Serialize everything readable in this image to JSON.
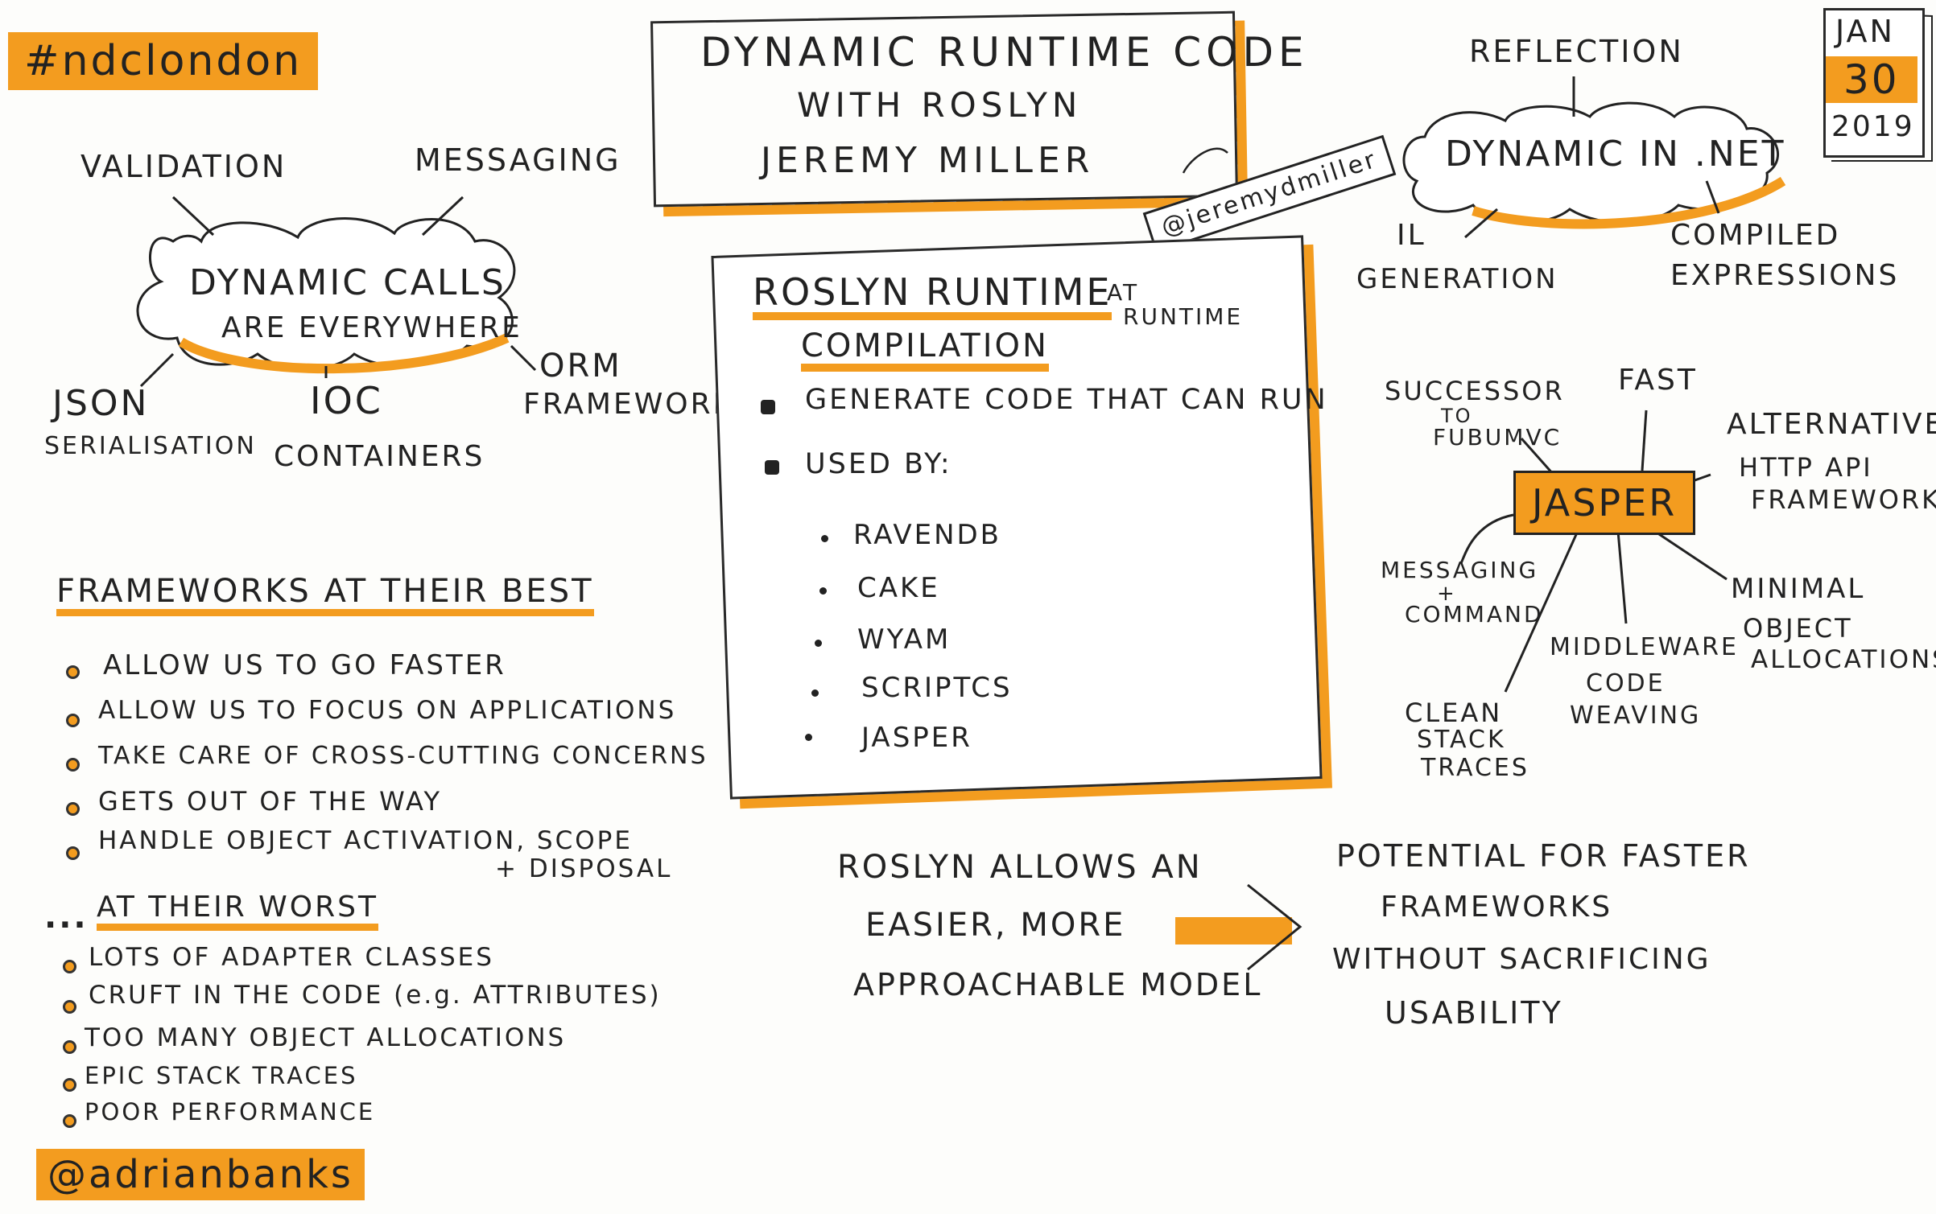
{
  "hashtag": "#ndclondon",
  "handle_author": "@adrianbanks",
  "date": {
    "month": "JAN",
    "day": "30",
    "year": "2019"
  },
  "title": {
    "line1": "DYNAMIC RUNTIME CODE",
    "line2": "WITH ROSLYN",
    "line3": "JEREMY MILLER"
  },
  "speaker_handle": "@jeremydmiller",
  "dynamic_calls": {
    "center_line1": "DYNAMIC CALLS",
    "center_line2": "ARE EVERYWHERE",
    "branches": [
      "VALIDATION",
      "MESSAGING",
      "JSON",
      "SERIALISATION",
      "IOC",
      "CONTAINERS",
      "ORM",
      "FRAMEWORKS"
    ]
  },
  "frameworks": {
    "best_heading": "FRAMEWORKS AT THEIR BEST",
    "best_items": [
      "ALLOW US TO GO FASTER",
      "ALLOW US TO FOCUS ON APPLICATIONS",
      "TAKE CARE OF CROSS-CUTTING CONCERNS",
      "GETS OUT OF THE WAY",
      "HANDLE OBJECT ACTIVATION, SCOPE",
      "+ DISPOSAL"
    ],
    "worst_heading": "AT THEIR WORST",
    "worst_prefix": "...",
    "worst_items": [
      "LOTS OF ADAPTER CLASSES",
      "CRUFT IN THE CODE (e.g. ATTRIBUTES)",
      "TOO MANY OBJECT ALLOCATIONS",
      "EPIC STACK TRACES",
      "POOR PERFORMANCE"
    ]
  },
  "roslyn_box": {
    "heading_1": "ROSLYN RUNTIME",
    "heading_2": "COMPILATION",
    "bubble_1": "AT",
    "bubble_2": "RUNTIME",
    "bullet_1": "GENERATE CODE THAT CAN RUN",
    "bullet_2": "USED BY:",
    "used_by": [
      "RAVENDB",
      "CAKE",
      "WYAM",
      "SCRIPTCS",
      "JASPER"
    ]
  },
  "dynamic_net": {
    "center": "DYNAMIC IN .NET",
    "top": "REFLECTION",
    "left_1": "IL",
    "left_2": "GENERATION",
    "right_1": "COMPILED",
    "right_2": "EXPRESSIONS"
  },
  "jasper": {
    "center": "JASPER",
    "branches": [
      {
        "l1": "SUCCESSOR",
        "l2": "TO",
        "l3": "FUBUMVC"
      },
      {
        "l1": "FAST"
      },
      {
        "l1": "ALTERNATIVE",
        "l2": "HTTP API",
        "l3": "FRAMEWORK"
      },
      {
        "l1": "MINIMAL",
        "l2": "OBJECT",
        "l3": "ALLOCATIONS"
      },
      {
        "l1": "MIDDLEWARE",
        "l2": "CODE",
        "l3": "WEAVING"
      },
      {
        "l1": "CLEAN",
        "l2": "STACK",
        "l3": "TRACES"
      },
      {
        "l1": "MESSAGING",
        "l2": "+",
        "l3": "COMMAND"
      }
    ]
  },
  "conclusion": {
    "left_1": "ROSLYN ALLOWS AN",
    "left_2": "EASIER, MORE",
    "left_3": "APPROACHABLE MODEL",
    "right_1": "POTENTIAL FOR FASTER",
    "right_2": "FRAMEWORKS",
    "right_3": "WITHOUT SACRIFICING",
    "right_4": "USABILITY"
  }
}
